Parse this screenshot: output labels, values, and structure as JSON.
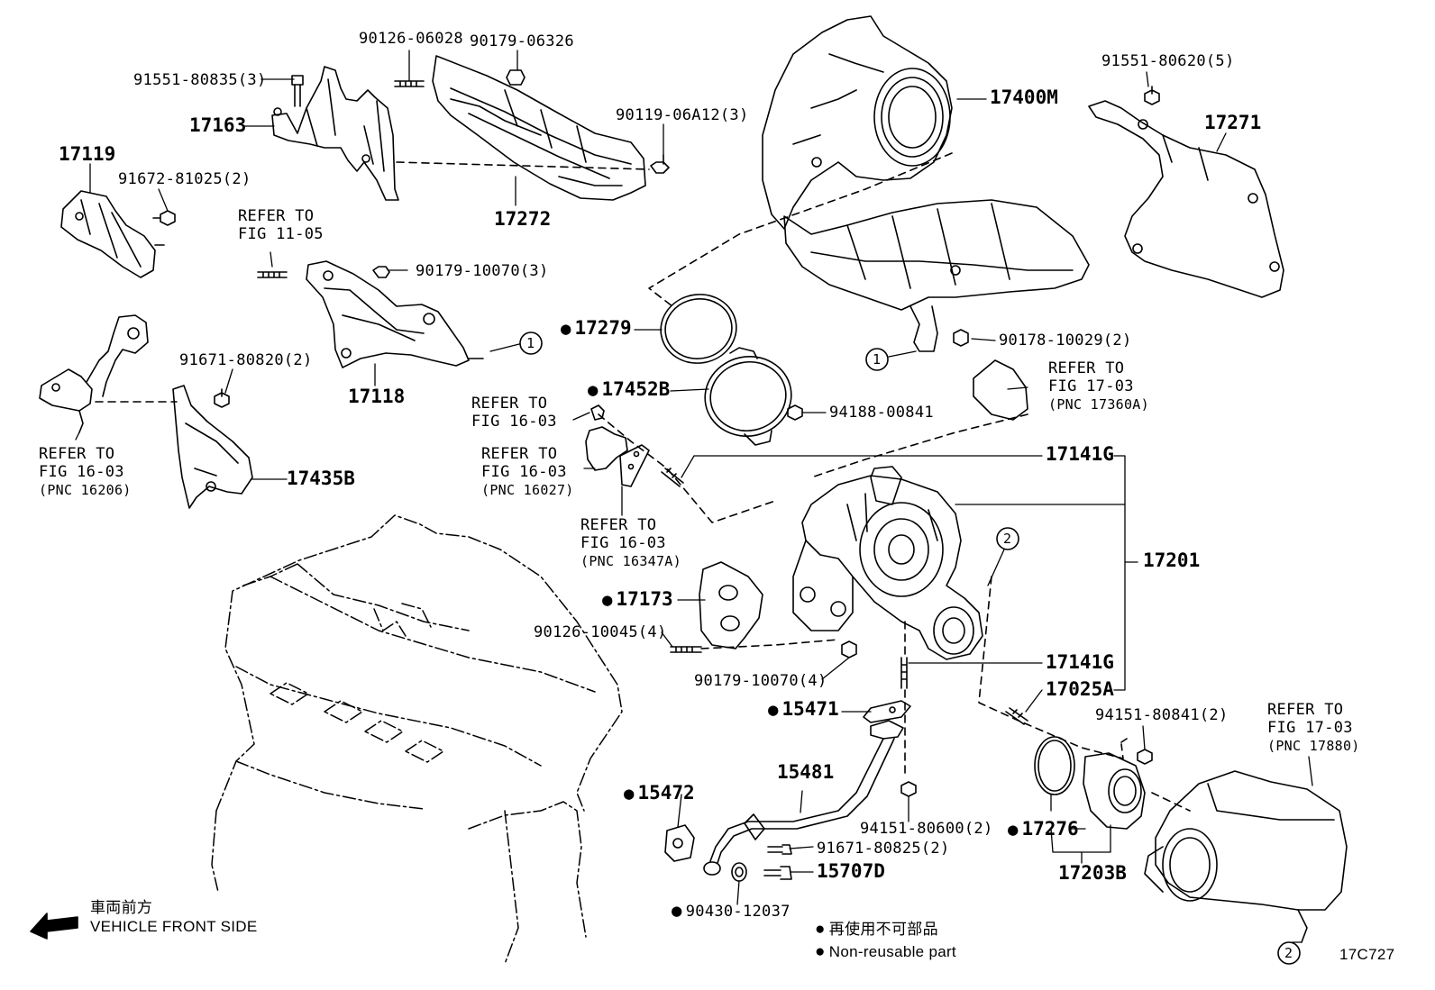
{
  "parts": {
    "p90126_06028": "90126-06028",
    "p90179_06326": "90179-06326",
    "p91551_80835": "91551-80835(3)",
    "p17163": "17163",
    "p90119_06A12": "90119-06A12(3)",
    "p17119": "17119",
    "p91672_81025": "91672-81025(2)",
    "p17272": "17272",
    "p90179_10070_3": "90179-10070(3)",
    "p17118": "17118",
    "p91671_80820": "91671-80820(2)",
    "p17435B": "17435B",
    "p17400M": "17400M",
    "p91551_80620": "91551-80620(5)",
    "p17271": "17271",
    "p17279": "17279",
    "p90178_10029": "90178-10029(2)",
    "p17452B": "17452B",
    "p94188_00841": "94188-00841",
    "p17141G_a": "17141G",
    "p17201": "17201",
    "p17173": "17173",
    "p90126_10045": "90126-10045(4)",
    "p90179_10070_4": "90179-10070(4)",
    "p17141G_b": "17141G",
    "p17025A": "17025A",
    "p15471": "15471",
    "p94151_80841": "94151-80841(2)",
    "p15481": "15481",
    "p15472": "15472",
    "p94151_80600": "94151-80600(2)",
    "p17276": "17276",
    "p91671_80825": "91671-80825(2)",
    "p15707D": "15707D",
    "p17203B": "17203B",
    "p90430_12037": "90430-12037"
  },
  "refs": {
    "r1_line1": "REFER TO",
    "r1_line2": "FIG 11-05",
    "r2_line1": "REFER TO",
    "r2_line2": "FIG 16-03",
    "r2_line3": "(PNC 16206)",
    "r3_line1": "REFER TO",
    "r3_line2": "FIG 16-03",
    "r4_line1": "REFER TO",
    "r4_line2": "FIG 16-03",
    "r4_line3": "(PNC 16027)",
    "r5_line1": "REFER TO",
    "r5_line2": "FIG 16-03",
    "r5_line3": "(PNC 16347A)",
    "r6_line1": "REFER TO",
    "r6_line2": "FIG 17-03",
    "r6_line3": "(PNC 17360A)",
    "r7_line1": "REFER TO",
    "r7_line2": "FIG 17-03",
    "r7_line3": "(PNC 17880)"
  },
  "callouts": {
    "c1": "1",
    "c2": "2"
  },
  "legend": {
    "front_jp": "車両前方",
    "front_en": "VEHICLE FRONT SIDE",
    "nonreuse_jp": "再使用不可部品",
    "nonreuse_en": "Non-reusable part"
  },
  "figure_code": "17C727"
}
